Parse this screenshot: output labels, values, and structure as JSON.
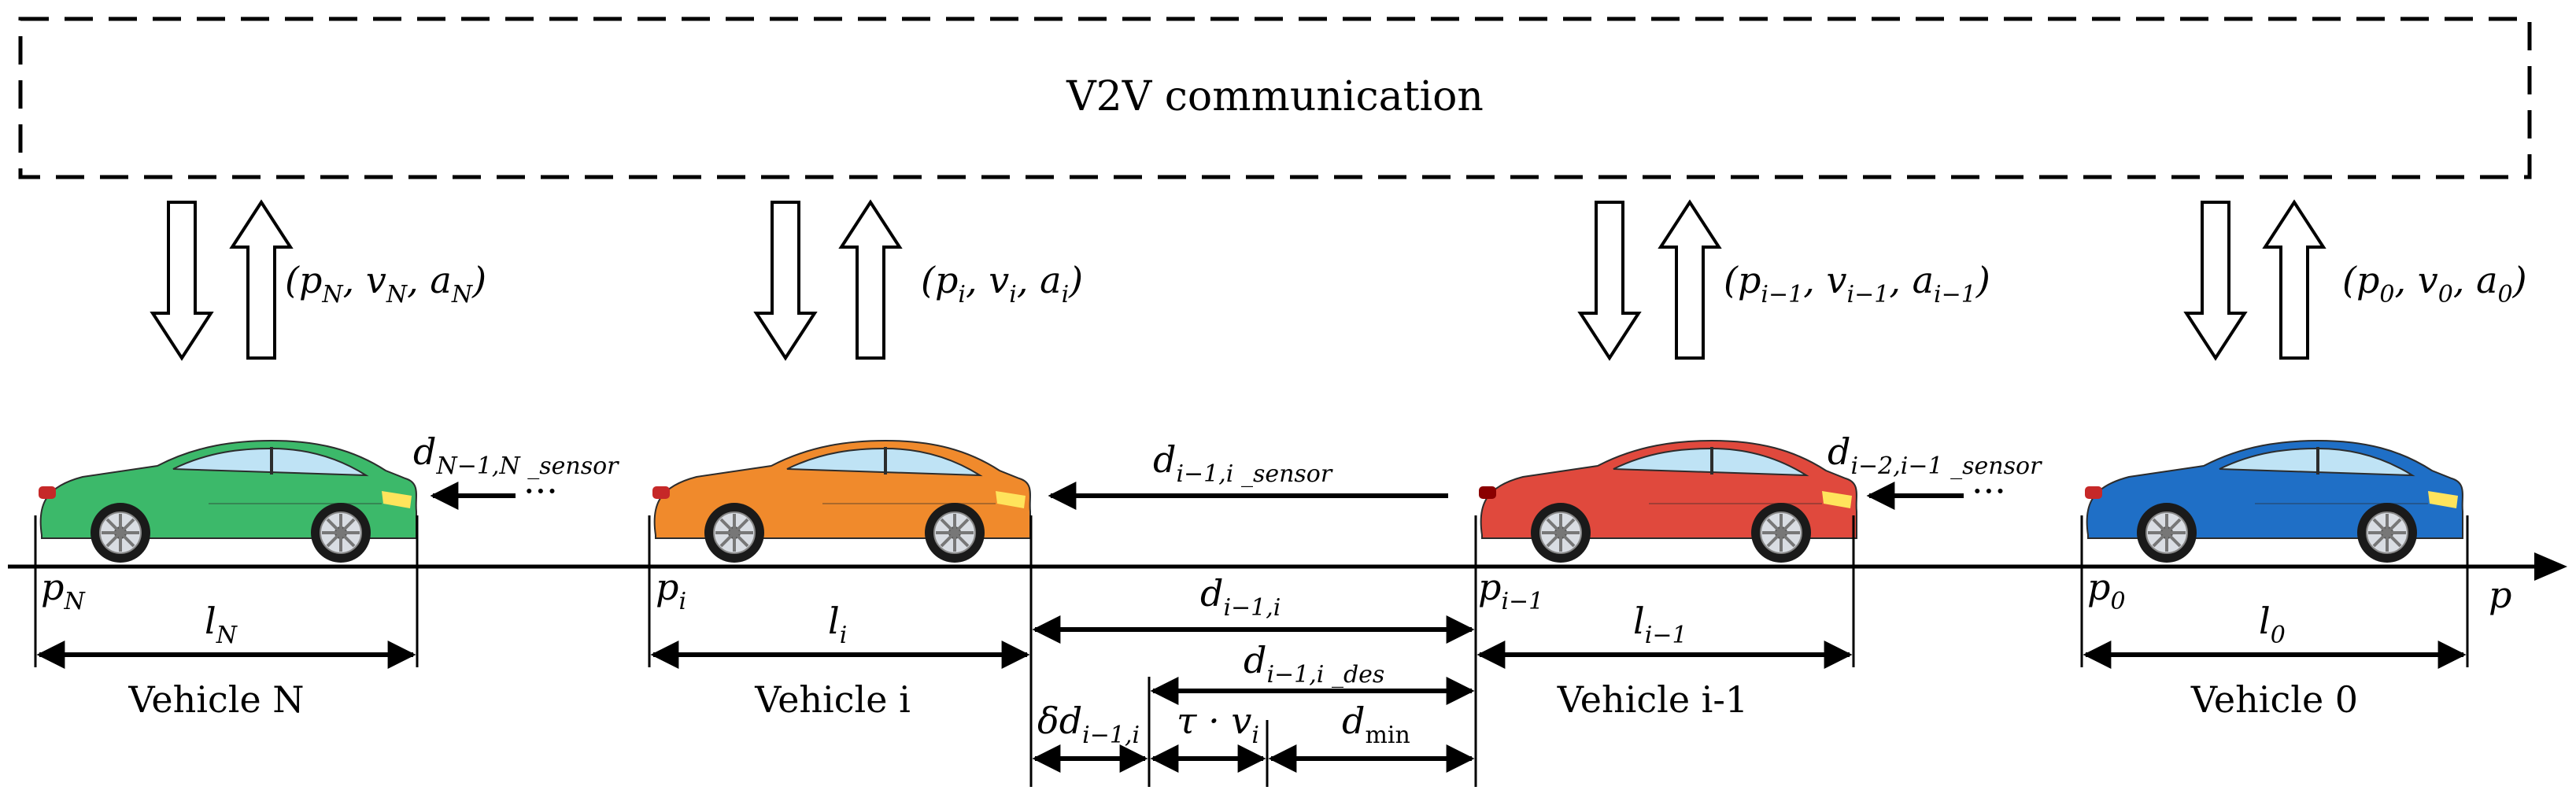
{
  "v2v_label": "V2V communication",
  "vehicles": [
    {
      "name": "Vehicle N",
      "color": "#3cb96a",
      "state": {
        "p": "p",
        "v": "v",
        "a": "a",
        "sub": "N"
      },
      "pos": {
        "base": "p",
        "sub": "N"
      },
      "len": {
        "base": "l",
        "sub": "N"
      }
    },
    {
      "name": "Vehicle i",
      "color": "#f08a2c",
      "state": {
        "p": "p",
        "v": "v",
        "a": "a",
        "sub": "i"
      },
      "pos": {
        "base": "p",
        "sub": "i"
      },
      "len": {
        "base": "l",
        "sub": "i"
      }
    },
    {
      "name": "Vehicle i-1",
      "color": "#e0493d",
      "state": {
        "p": "p",
        "v": "v",
        "a": "a",
        "sub": "i−1"
      },
      "pos": {
        "base": "p",
        "sub": "i−1"
      },
      "len": {
        "base": "l",
        "sub": "i−1"
      }
    },
    {
      "name": "Vehicle 0",
      "color": "#1f6fc6",
      "state": {
        "p": "p",
        "v": "v",
        "a": "a",
        "sub": "0"
      },
      "pos": {
        "base": "p",
        "sub": "0"
      },
      "len": {
        "base": "l",
        "sub": "0"
      }
    }
  ],
  "sensors": {
    "N": {
      "base": "d",
      "sub": "N−1,N _sensor"
    },
    "i": {
      "base": "d",
      "sub": "i−1,i _sensor"
    },
    "i1": {
      "base": "d",
      "sub": "i−2,i−1 _sensor"
    },
    "dots": "···"
  },
  "axis_label": "p",
  "gaps": {
    "d": {
      "base": "d",
      "sub": "i−1,i"
    },
    "d_des": {
      "base": "d",
      "sub": "i−1,i _des"
    },
    "delta": {
      "pre": "δ",
      "base": "d",
      "sub": "i−1,i"
    },
    "tau": {
      "pre": "τ · ",
      "base": "v",
      "sub": "i"
    },
    "dmin": {
      "base": "d",
      "sub": "min"
    }
  }
}
